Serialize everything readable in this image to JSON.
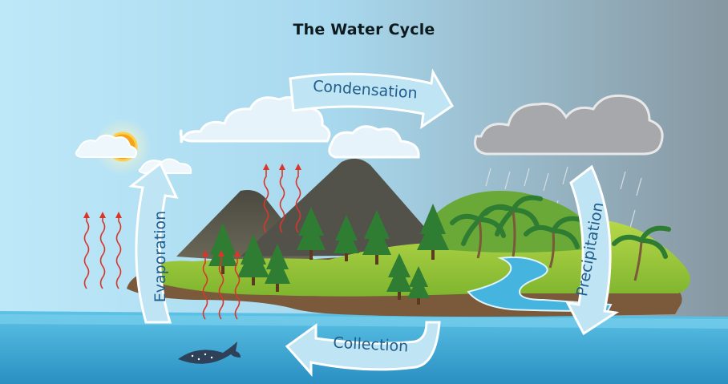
{
  "title": "The Water Cycle",
  "stages": {
    "condensation": "Condensation",
    "precipitation": "Precipitation",
    "collection": "Collection",
    "evaporation": "Evaporation"
  },
  "colors": {
    "sky_left": "#b9e6f7",
    "sky_right": "#8a9ba6",
    "sea": "#4fb6dc",
    "arrow_fill": "#bfe4f3",
    "arrow_stroke": "#ffffff",
    "label": "#1f5d8c",
    "heat_wave": "#d9362b",
    "sun": "#f7a21b"
  }
}
